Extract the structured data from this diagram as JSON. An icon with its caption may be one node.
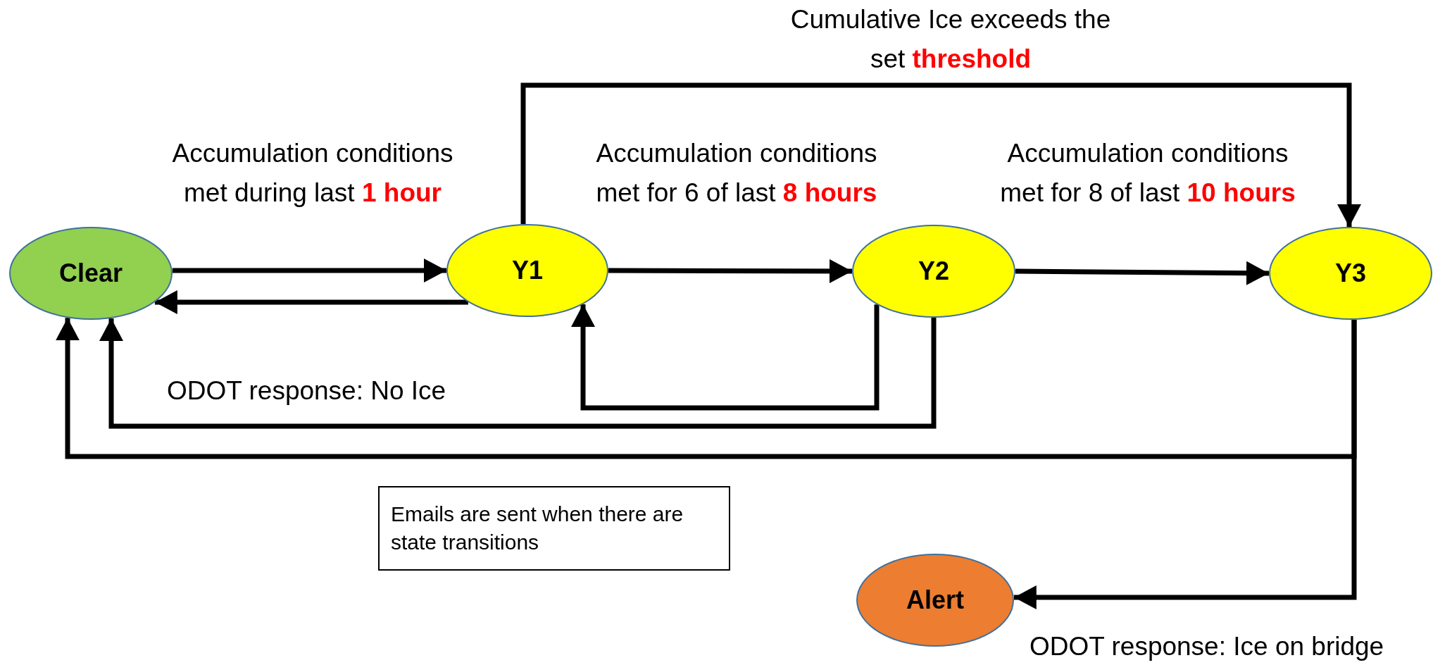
{
  "diagram": {
    "nodes": [
      {
        "text": [
          "Clear"
        ]
      },
      {
        "text": [
          "Y1"
        ]
      },
      {
        "text": [
          "Y2"
        ]
      },
      {
        "text": [
          "Y3"
        ]
      },
      {
        "text": [
          "Emails are sent when there are state transitions"
        ]
      },
      {
        "text": [
          "Alert"
        ]
      }
    ],
    "edges": [
      {
        "from": 0,
        "to": 1,
        "arrow": "to",
        "label": "Accumulation conditions met during last **1 hour**"
      },
      {
        "from": 1,
        "to": 0,
        "arrow": "to"
      },
      {
        "from": 1,
        "to": 2,
        "arrow": "to",
        "label": "Accumulation conditions met for 6 of last **8 hours**"
      },
      {
        "from": 2,
        "to": 1,
        "arrow": "to"
      },
      {
        "from": 2,
        "to": 0,
        "arrow": "to"
      },
      {
        "from": 2,
        "to": 3,
        "arrow": "to",
        "label": "Accumulation conditions met for 8 of last **10 hours**"
      },
      {
        "from": 1,
        "to": 3,
        "arrow": "to",
        "label": "Cumulative Ice exceeds the set **threshold**"
      },
      {
        "from": 3,
        "to": 0,
        "arrow": "to"
      },
      {
        "from": 3,
        "to": 5,
        "arrow": "to",
        "label": "ODOT response: Ice on bridge"
      }
    ],
    "labels": [
      "ODOT response: No Ice"
    ]
  }
}
